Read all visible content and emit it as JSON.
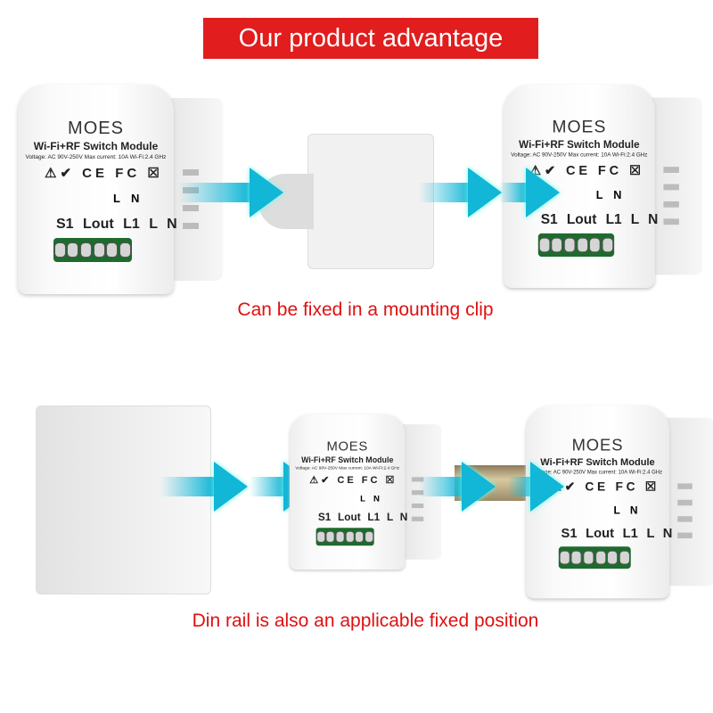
{
  "title": "Our product advantage",
  "captions": [
    "Can be fixed in a mounting clip",
    "Din rail is also an applicable fixed position"
  ],
  "module": {
    "logo": "MOES",
    "name": "Wi-Fi+RF Switch Module",
    "spec": "Voltage: AC 90V-250V  Max current: 10A  Wi-Fi:2.4 GHz",
    "certs": "⚠✔ CE FC ☒",
    "label_l": "L",
    "label_n": "N",
    "terminals": "S1 Lout L1 L N"
  },
  "colors": {
    "accent": "#e11d1d",
    "arrow": "#12b6d6",
    "terminal": "#1f6a2e"
  }
}
